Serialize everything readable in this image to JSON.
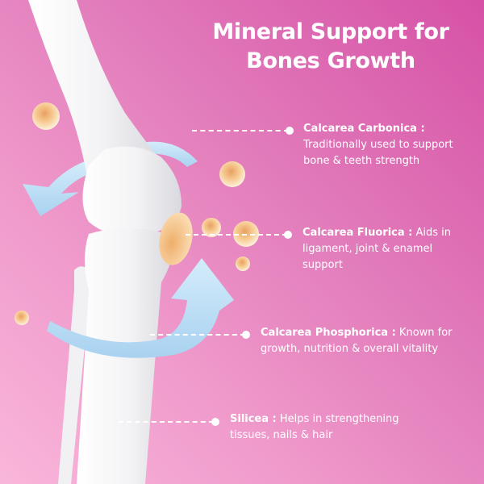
{
  "title": {
    "line1": "Mineral Support for",
    "line2": "Bones Growth"
  },
  "callouts": [
    {
      "name": "Calcarea Carbonica :",
      "description": "Traditionally used to support bone & teeth strength"
    },
    {
      "name": "Calcarea Fluorica :",
      "description": " Aids in ligament, joint & enamel support"
    },
    {
      "name": "Calcarea Phosphorica :",
      "description": " Known for growth, nutrition & overall vitality"
    },
    {
      "name": "Silicea :",
      "description": " Helps in strengthening tissues, nails & hair"
    }
  ],
  "colors": {
    "bg_top_right": "#d651a6",
    "bg_bottom_left": "#f9b6da",
    "bone": "#f4f4f6",
    "arrow": "#b9dcf3",
    "mineral_ball": "#f5c890",
    "text": "#ffffff"
  },
  "icons": [
    "knee-bone-illustration",
    "rotation-arrow",
    "mineral-particle"
  ]
}
